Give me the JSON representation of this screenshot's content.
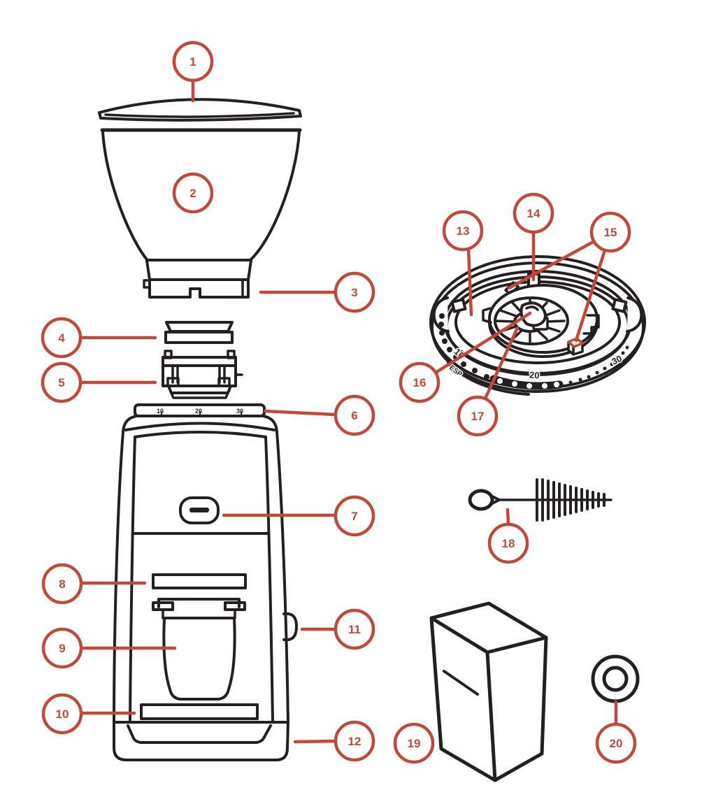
{
  "colors": {
    "accent": "#c0493a",
    "ink": "#241f20",
    "background": "#ffffff"
  },
  "diagram": {
    "callouts": [
      {
        "num": "1"
      },
      {
        "num": "2"
      },
      {
        "num": "3"
      },
      {
        "num": "4"
      },
      {
        "num": "5"
      },
      {
        "num": "6"
      },
      {
        "num": "7"
      },
      {
        "num": "8"
      },
      {
        "num": "9"
      },
      {
        "num": "10"
      },
      {
        "num": "11"
      },
      {
        "num": "12"
      },
      {
        "num": "13"
      },
      {
        "num": "14"
      },
      {
        "num": "15"
      },
      {
        "num": "16"
      },
      {
        "num": "17"
      },
      {
        "num": "18"
      },
      {
        "num": "19"
      },
      {
        "num": "20"
      }
    ],
    "adjustment_dial": {
      "labels": [
        "10",
        "ESP",
        "20",
        "30"
      ]
    },
    "grind_scale_strip": {
      "labels": [
        "10",
        "20",
        "30"
      ]
    }
  }
}
